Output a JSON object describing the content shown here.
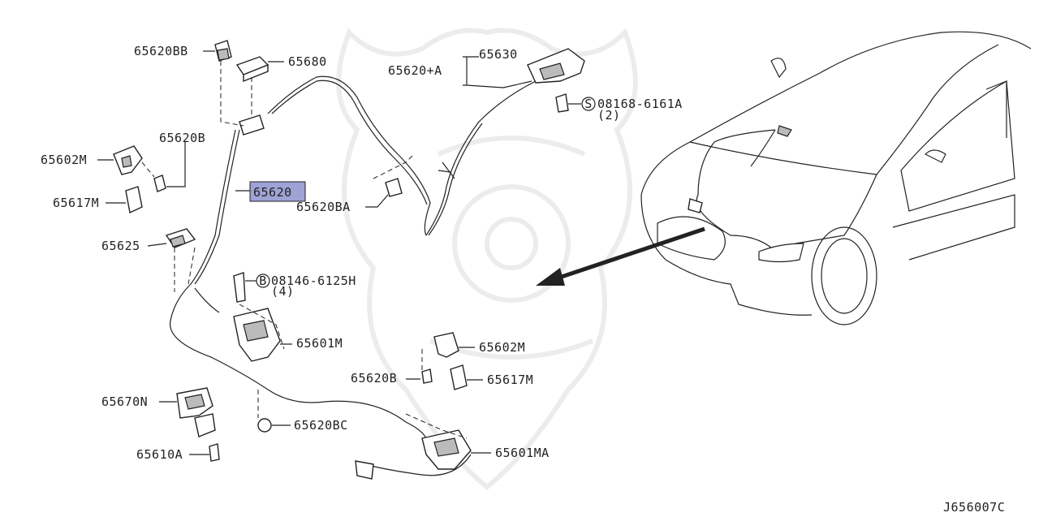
{
  "diagram_id": "J656007C",
  "highlighted_part": "65620",
  "highlight_color": "#9ea3d6",
  "parts": {
    "p65620BB": "65620BB",
    "p65680": "65680",
    "p65630": "65630",
    "p65620A": "65620+A",
    "p08168": "08168-6161A",
    "p08168qty": "(2)",
    "p65620B_top": "65620B",
    "p65602M_left": "65602M",
    "p65620": "65620",
    "p65617M_left": "65617M",
    "p65620BA": "65620BA",
    "p65625": "65625",
    "p08146": "08146-6125H",
    "p08146qty": "(4)",
    "p65601M": "65601M",
    "p65602M_right": "65602M",
    "p65620B_bottom": "65620B",
    "p65617M_right": "65617M",
    "p65670N": "65670N",
    "p65620BC": "65620BC",
    "p65601MA": "65601MA",
    "p65610A": "65610A"
  },
  "symbols": {
    "s_symbol": "S",
    "b_symbol": "B"
  }
}
